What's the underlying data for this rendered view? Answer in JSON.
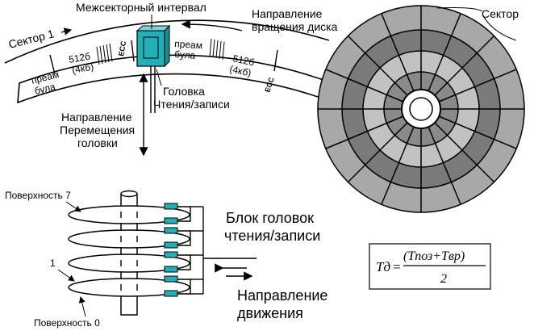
{
  "labels": {
    "intersector_gap": "Межсекторный интервал",
    "rotation_direction_l1": "Направление",
    "rotation_direction_l2": "вращения диска",
    "sector1": "Сектор 1",
    "sector": "Сектор",
    "preamble_l1": "преам",
    "preamble_l2": "була",
    "data_size_l1": "512б",
    "data_size_l2": "(4кб)",
    "ecc": "ECC",
    "head_l1": "Головка",
    "head_l2": "Чтения/записи",
    "head_move_l1": "Направление",
    "head_move_l2": "Перемещения",
    "head_move_l3": "головки",
    "surface7": "Поверхность 7",
    "surface1": "1",
    "surface0": "Поверхность 0",
    "head_block_l1": "Блок головок",
    "head_block_l2": "чтения/записи",
    "motion_l1": "Направление",
    "motion_l2": "движения"
  },
  "formula": {
    "lhs": "Tд",
    "eq": "=",
    "numerator": "(Tпоз+Tвр)",
    "denominator": "2"
  },
  "colors": {
    "ring_outer": "#a8a8a8",
    "ring_alt": "#7a7a7a",
    "ring_light": "#c2c2c2",
    "head_block": "#22b0b8"
  }
}
